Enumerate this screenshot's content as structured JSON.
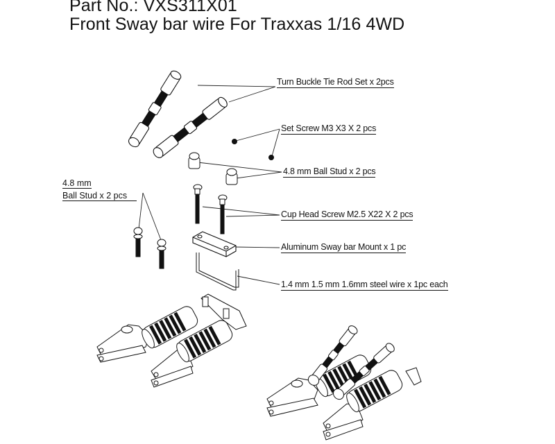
{
  "header": {
    "part_number": "Part No.: VXS311X01",
    "product_title": "Front Sway bar wire For Traxxas 1/16 4WD"
  },
  "parts": [
    {
      "id": "turnbuckle",
      "label": "Turn Buckle Tie Rod Set x 2pcs"
    },
    {
      "id": "set-screw",
      "label": "Set Screw M3 X3 X 2 pcs"
    },
    {
      "id": "ball-stud-48-right",
      "label": "4.8 mm Ball Stud x 2 pcs"
    },
    {
      "id": "cup-head-screw",
      "label": "Cup Head Screw M2.5 X22 X 2 pcs"
    },
    {
      "id": "sway-bar-mount",
      "label": "Aluminum Sway bar Mount x 1 pc"
    },
    {
      "id": "steel-wire",
      "label": "1.4 mm 1.5 mm 1.6mm steel wire x 1pc each"
    }
  ],
  "left_label": {
    "line1": "4.8 mm",
    "line2": "Ball Stud x 2 pcs"
  },
  "colors": {
    "line": "#111111",
    "background": "#ffffff"
  }
}
